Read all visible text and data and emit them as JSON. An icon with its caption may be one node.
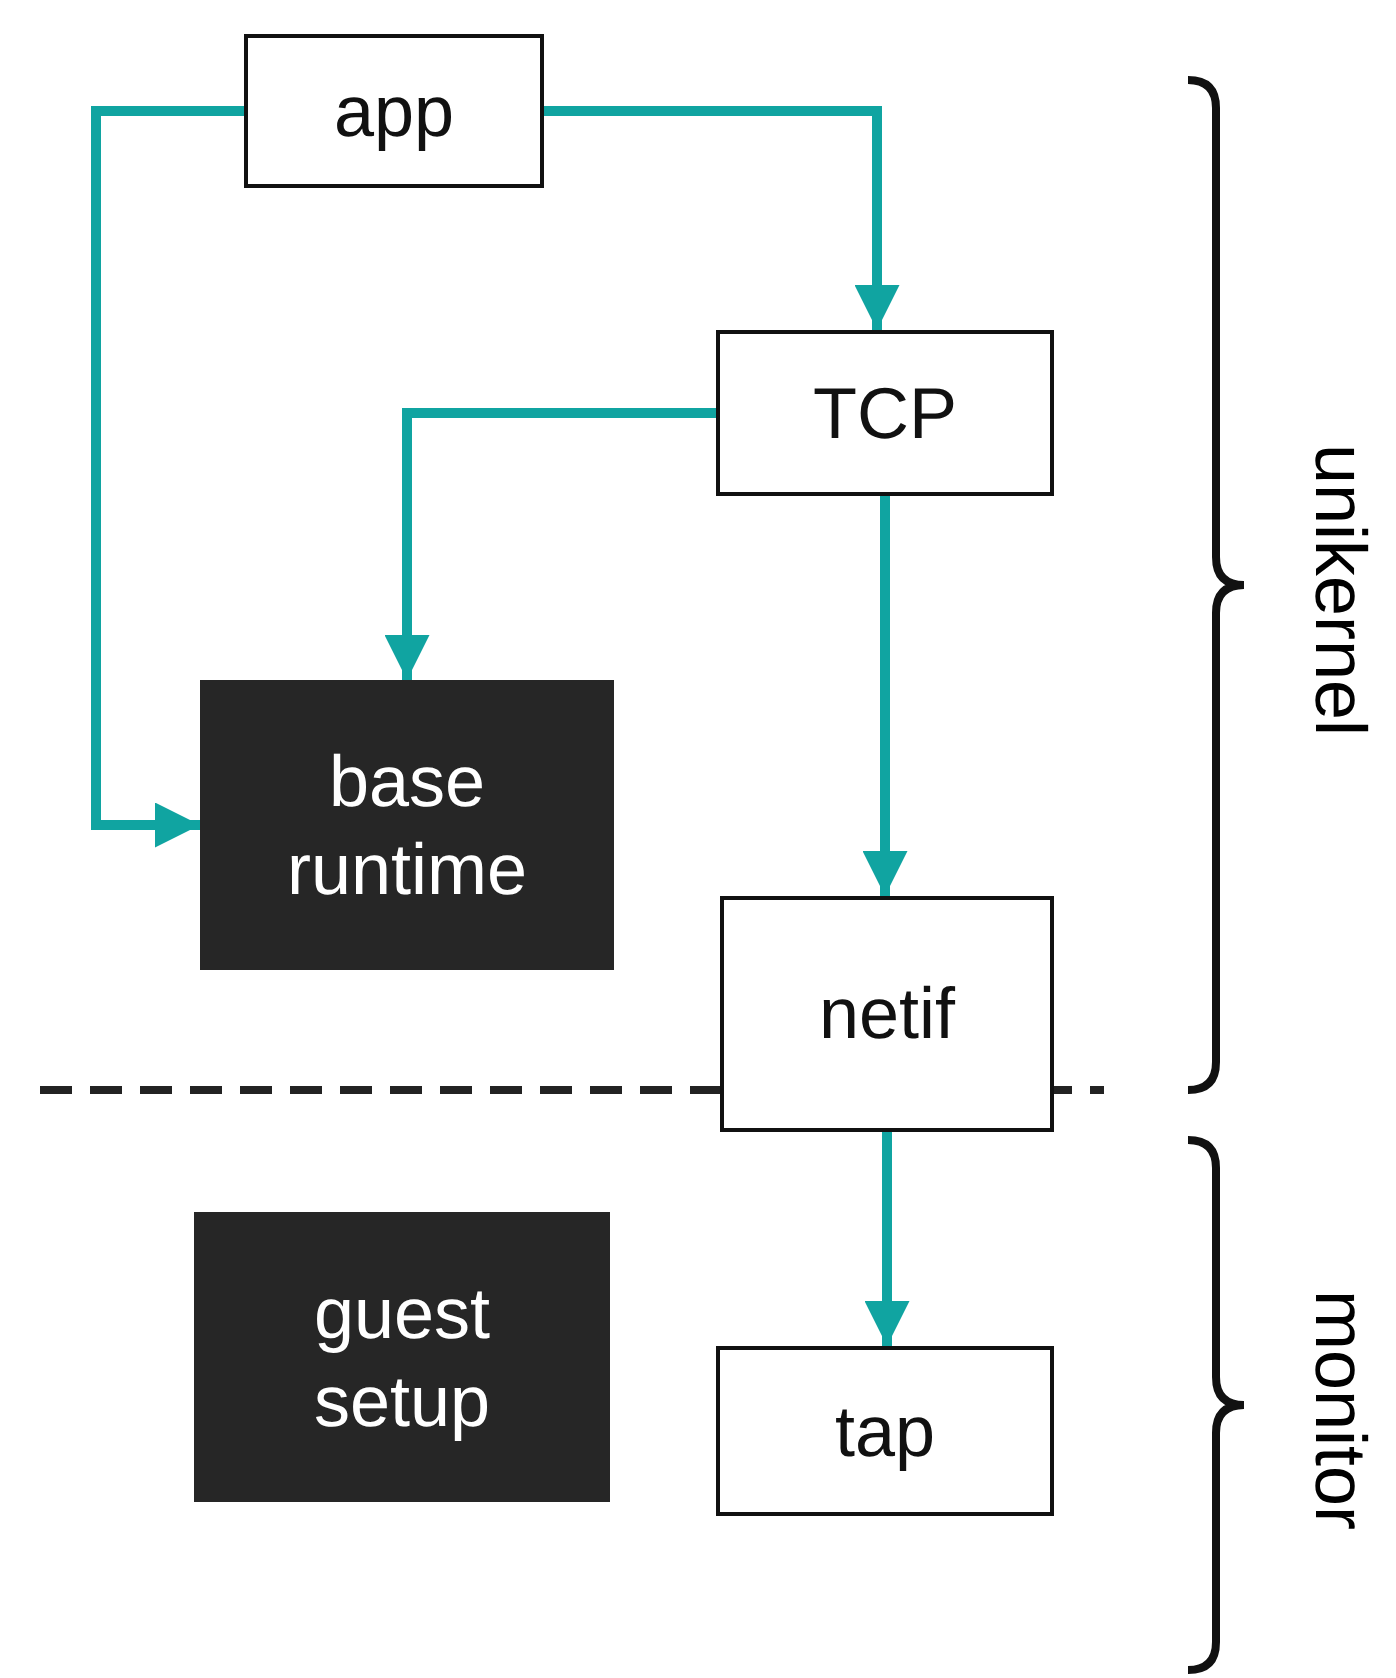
{
  "diagram": {
    "nodes": [
      {
        "text": [
          "app"
        ]
      },
      {
        "text": [
          "TCP"
        ]
      },
      {
        "text": [
          "base runtime"
        ]
      },
      {
        "text": [
          "netif"
        ]
      },
      {
        "text": [
          "guest setup"
        ]
      },
      {
        "text": [
          "tap"
        ]
      }
    ],
    "edges": [
      {
        "from": 0,
        "to": 1,
        "arrow": "to"
      },
      {
        "from": 0,
        "to": 2,
        "arrow": "to"
      },
      {
        "from": 1,
        "to": 2,
        "arrow": "to"
      },
      {
        "from": 1,
        "to": 3,
        "arrow": "to"
      },
      {
        "from": 3,
        "to": 5,
        "arrow": "to"
      }
    ],
    "labels": [
      "unikernel",
      "monitor"
    ]
  }
}
